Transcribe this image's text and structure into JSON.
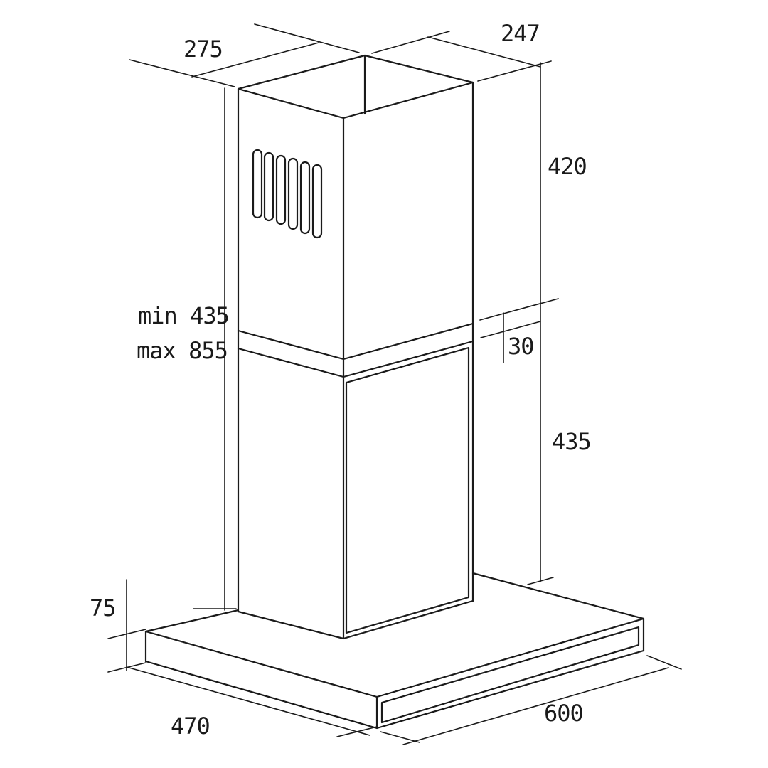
{
  "diagram": {
    "stroke_color": "#1a1a1a",
    "background": "#ffffff",
    "dimensions": {
      "top_depth": "275",
      "top_width": "247",
      "upper_chimney_height": "420",
      "overlap": "30",
      "lower_chimney_height": "435",
      "total_min": "min 435",
      "total_max": "max 855",
      "canopy_height": "75",
      "canopy_depth": "470",
      "canopy_width": "600"
    }
  }
}
